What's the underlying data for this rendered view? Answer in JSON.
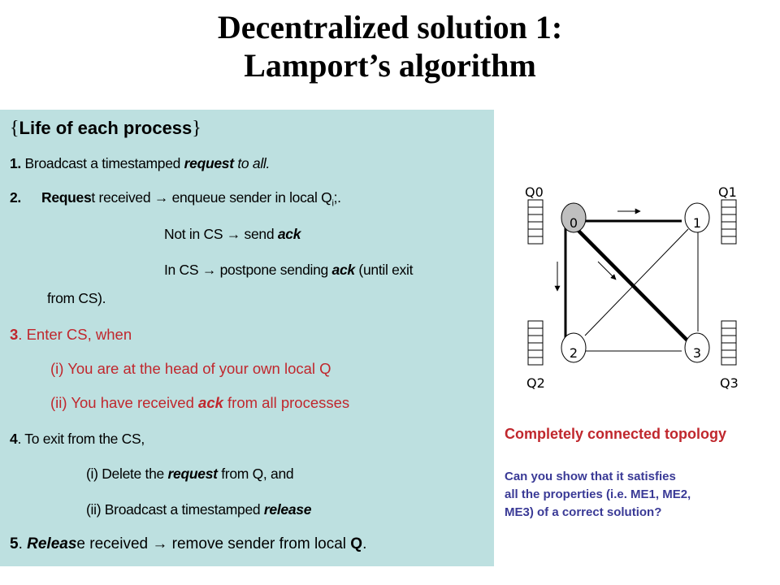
{
  "title": {
    "line1": "Decentralized solution 1:",
    "line2": "Lamport’s algorithm"
  },
  "left_panel": {
    "heading": {
      "brace_open": "{",
      "text": "Life of each process",
      "brace_close": "}"
    },
    "step1": {
      "num": "1.",
      "text": " Broadcast a timestamped ",
      "bold_italic": "request",
      "tail": " to all."
    },
    "step2": {
      "num": "2.",
      "bold": "Reques",
      "text": "t received ",
      "arrow": "→",
      "tail": " enqueue sender in local Q",
      "sub": "i",
      "end": ";.",
      "line2_text": "Not in CS ",
      "line2_tail": " send ",
      "line2_bold_italic": "ack",
      "line3_text": "In  CS ",
      "line3_tail": "  postpone  sending  ",
      "line3_bold_italic": "ack",
      "line3_end": "  (until  exit",
      "line4": "from CS)."
    },
    "step3": {
      "num": "3",
      "text": ".   Enter CS, when",
      "cond1": "(i) You are at the head of your own local Q",
      "cond2_pre": "(ii) You have received ",
      "cond2_bold_italic": "ack",
      "cond2_post": " from all processes"
    },
    "step4": {
      "num": "4",
      "text": ".   To exit from the CS,",
      "sub1_pre": "(i) Delete the ",
      "sub1_bold_italic": "request",
      "sub1_post": " from Q, and",
      "sub2_pre": "(ii) Broadcast a timestamped ",
      "sub2_bold_italic": "release"
    },
    "step5": {
      "num": "5",
      "dot": ". ",
      "bold_italic": "Releas",
      "text": "e received ",
      "arrow": "→",
      "tail": " remove sender from local ",
      "bold_q": "Q",
      "end": "."
    }
  },
  "diagram": {
    "queue_labels": [
      "Q0",
      "Q1",
      "Q2",
      "Q3"
    ],
    "node_labels": [
      "0",
      "1",
      "2",
      "3"
    ],
    "colors": {
      "highlighted_node": "#bfbfbf",
      "edge": "#000000"
    }
  },
  "caption": {
    "topology": "Completely connected topology",
    "question_line1": "Can you show that it satisfies",
    "question_line2": "all the properties (i.e. ME1, ME2,",
    "question_line3": "ME3) of a correct solution?"
  },
  "colors": {
    "panel_background": "#bde0e0",
    "red_text": "#c0272d",
    "question_text": "#3a3a96"
  }
}
